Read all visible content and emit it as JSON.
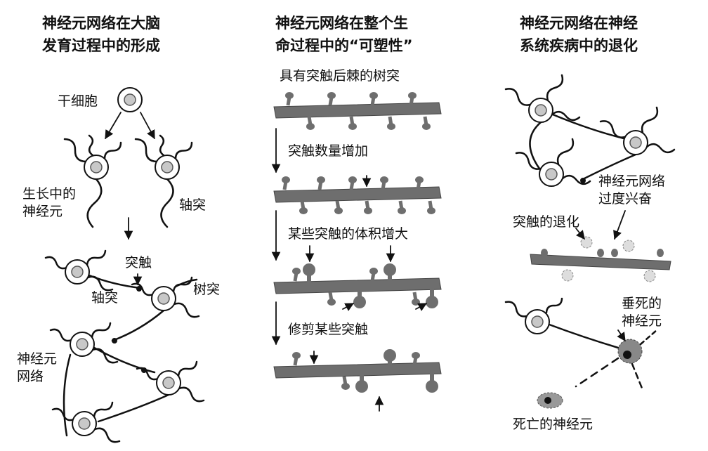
{
  "columns": [
    {
      "title": [
        "神经元网络在大脑",
        "发育过程中的形成"
      ],
      "labels": {
        "stem_cell": "干细胞",
        "growing_neuron": [
          "生长中的",
          "神经元"
        ],
        "axon_top": "轴突",
        "synapse": "突触",
        "axon_mid": "轴突",
        "dendrite": "树突",
        "network": [
          "神经元",
          "网络"
        ]
      }
    },
    {
      "title": [
        "神经元网络在整个生",
        "命过程中的“可塑性”"
      ],
      "labels": {
        "spiny_dendrite": "具有突触后棘的树突",
        "increase": "突触数量增加",
        "enlarge": "某些突触的体积增大",
        "prune": "修剪某些突触"
      }
    },
    {
      "title": [
        "神经元网络在神经",
        "系统疾病中的退化"
      ],
      "labels": {
        "hyperexcited": [
          "神经元网络",
          "过度兴奋"
        ],
        "degeneration": "突触的退化",
        "dying": [
          "垂死的",
          "神经元"
        ],
        "dead": "死亡的神经元"
      }
    }
  ],
  "colors": {
    "ink": "#111111",
    "dendrite": "#6e6e6e",
    "nucleus": "#c8c8c8"
  }
}
